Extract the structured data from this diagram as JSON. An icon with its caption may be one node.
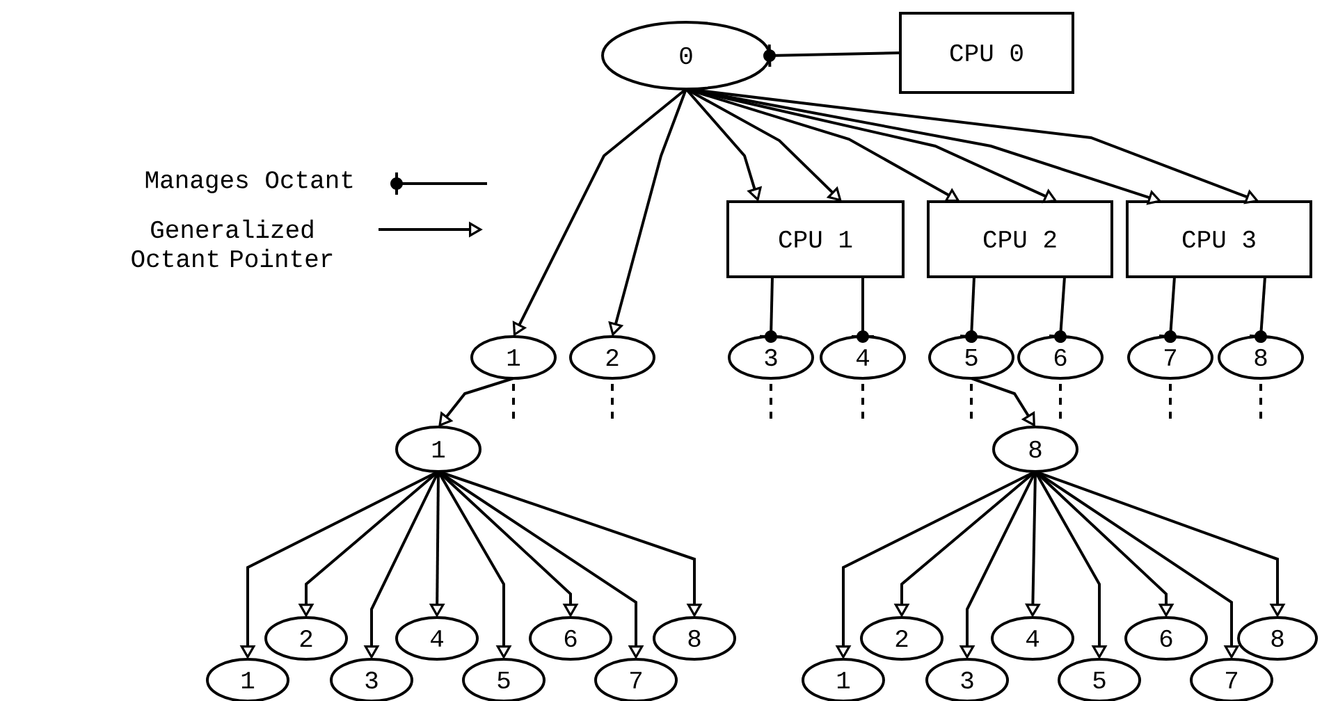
{
  "diagram": {
    "nodes": [
      {
        "text": [
          "0"
        ]
      },
      {
        "text": [
          "CPU 0"
        ]
      },
      {
        "text": [
          "CPU 1"
        ]
      },
      {
        "text": [
          "CPU 2"
        ]
      },
      {
        "text": [
          "CPU 3"
        ]
      },
      {
        "text": [
          "1"
        ]
      },
      {
        "text": [
          "2"
        ]
      },
      {
        "text": [
          "3"
        ]
      },
      {
        "text": [
          "4"
        ]
      },
      {
        "text": [
          "5"
        ]
      },
      {
        "text": [
          "6"
        ]
      },
      {
        "text": [
          "7"
        ]
      },
      {
        "text": [
          "8"
        ]
      },
      {
        "text": [
          "1"
        ]
      },
      {
        "text": [
          "8"
        ]
      },
      {
        "text": [
          "1"
        ]
      },
      {
        "text": [
          "2"
        ]
      },
      {
        "text": [
          "3"
        ]
      },
      {
        "text": [
          "4"
        ]
      },
      {
        "text": [
          "5"
        ]
      },
      {
        "text": [
          "6"
        ]
      },
      {
        "text": [
          "7"
        ]
      },
      {
        "text": [
          "8"
        ]
      },
      {
        "text": [
          "1"
        ]
      },
      {
        "text": [
          "2"
        ]
      },
      {
        "text": [
          "3"
        ]
      },
      {
        "text": [
          "4"
        ]
      },
      {
        "text": [
          "5"
        ]
      },
      {
        "text": [
          "6"
        ]
      },
      {
        "text": [
          "7"
        ]
      },
      {
        "text": [
          "8"
        ]
      }
    ],
    "edges": [
      {
        "from": 1,
        "to": 0,
        "arrow": "other"
      },
      {
        "from": 0,
        "to": 5,
        "arrow": "to"
      },
      {
        "from": 0,
        "to": 6,
        "arrow": "to"
      },
      {
        "from": 0,
        "to": 2,
        "arrow": "to"
      },
      {
        "from": 0,
        "to": 2,
        "arrow": "to"
      },
      {
        "from": 0,
        "to": 3,
        "arrow": "to"
      },
      {
        "from": 0,
        "to": 3,
        "arrow": "to"
      },
      {
        "from": 0,
        "to": 4,
        "arrow": "to"
      },
      {
        "from": 0,
        "to": 4,
        "arrow": "to"
      },
      {
        "from": 2,
        "to": 7,
        "arrow": "other"
      },
      {
        "from": 2,
        "to": 8,
        "arrow": "other"
      },
      {
        "from": 3,
        "to": 9,
        "arrow": "other"
      },
      {
        "from": 3,
        "to": 10,
        "arrow": "other"
      },
      {
        "from": 4,
        "to": 11,
        "arrow": "other"
      },
      {
        "from": 4,
        "to": 12,
        "arrow": "other"
      },
      {
        "from": 5,
        "to": 13,
        "arrow": "to"
      },
      {
        "from": 9,
        "to": 14,
        "arrow": "to"
      },
      {
        "from": 13,
        "to": 15,
        "arrow": "to"
      },
      {
        "from": 13,
        "to": 16,
        "arrow": "to"
      },
      {
        "from": 13,
        "to": 17,
        "arrow": "to"
      },
      {
        "from": 13,
        "to": 18,
        "arrow": "to"
      },
      {
        "from": 13,
        "to": 19,
        "arrow": "to"
      },
      {
        "from": 13,
        "to": 20,
        "arrow": "to"
      },
      {
        "from": 13,
        "to": 21,
        "arrow": "to"
      },
      {
        "from": 13,
        "to": 22,
        "arrow": "to"
      },
      {
        "from": 14,
        "to": 23,
        "arrow": "to"
      },
      {
        "from": 14,
        "to": 24,
        "arrow": "to"
      },
      {
        "from": 14,
        "to": 25,
        "arrow": "to"
      },
      {
        "from": 14,
        "to": 26,
        "arrow": "to"
      },
      {
        "from": 14,
        "to": 27,
        "arrow": "to"
      },
      {
        "from": 14,
        "to": 28,
        "arrow": "to"
      },
      {
        "from": 14,
        "to": 29,
        "arrow": "to"
      },
      {
        "from": 14,
        "to": 30,
        "arrow": "to"
      }
    ],
    "legend": [
      {
        "text": "Manages Octant"
      },
      {
        "text": "Generalized Octant Pointer"
      }
    ]
  }
}
